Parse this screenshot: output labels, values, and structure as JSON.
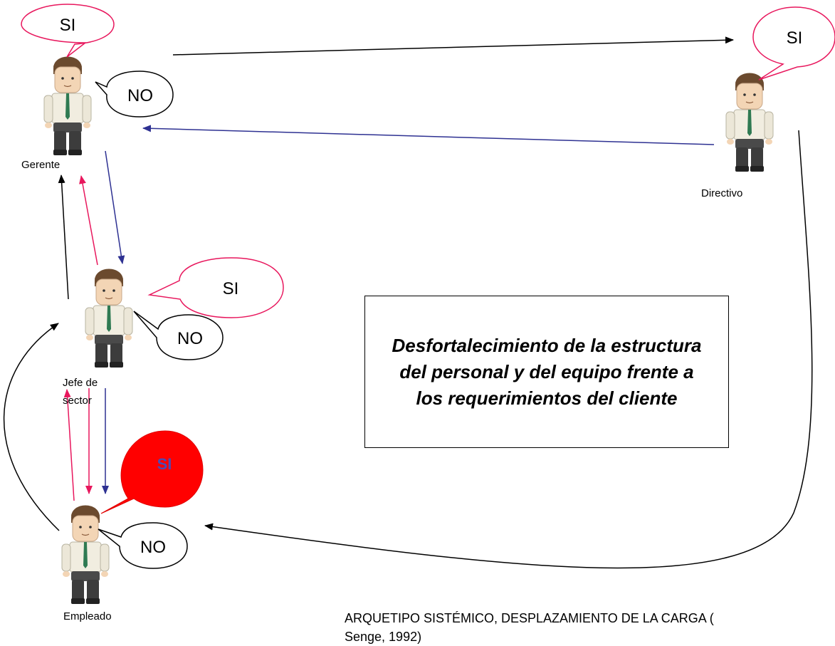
{
  "roles": {
    "gerente": "Gerente",
    "directivo": "Directivo",
    "jefe_line1": "Jefe de",
    "jefe_line2": "sector",
    "empleado": "Empleado"
  },
  "bubbles": {
    "gerente_si": "SI",
    "gerente_no": "NO",
    "directivo_si": "SI",
    "jefe_si": "SI",
    "jefe_no": "NO",
    "empleado_si": "SI",
    "empleado_no": "NO"
  },
  "center_box": "Desfortalecimiento de la estructura del personal y del equipo frente a los requerimientos del cliente",
  "citation": "ARQUETIPO SISTÉMICO, DESPLAZAMIENTO DE LA CARGA (\nSenge, 1992)",
  "colors": {
    "black_arrow": "#000000",
    "pink_arrow": "#e8175d",
    "blue_arrow": "#2e3192",
    "pink_bubble_stroke": "#e8175d",
    "red_bubble_fill": "#ff0000",
    "red_bubble_text": "#4b4bb5",
    "shirt": "#f1ede0",
    "hair": "#6b4a2e",
    "pants": "#3c3c3c",
    "tie": "#2f7a52"
  }
}
